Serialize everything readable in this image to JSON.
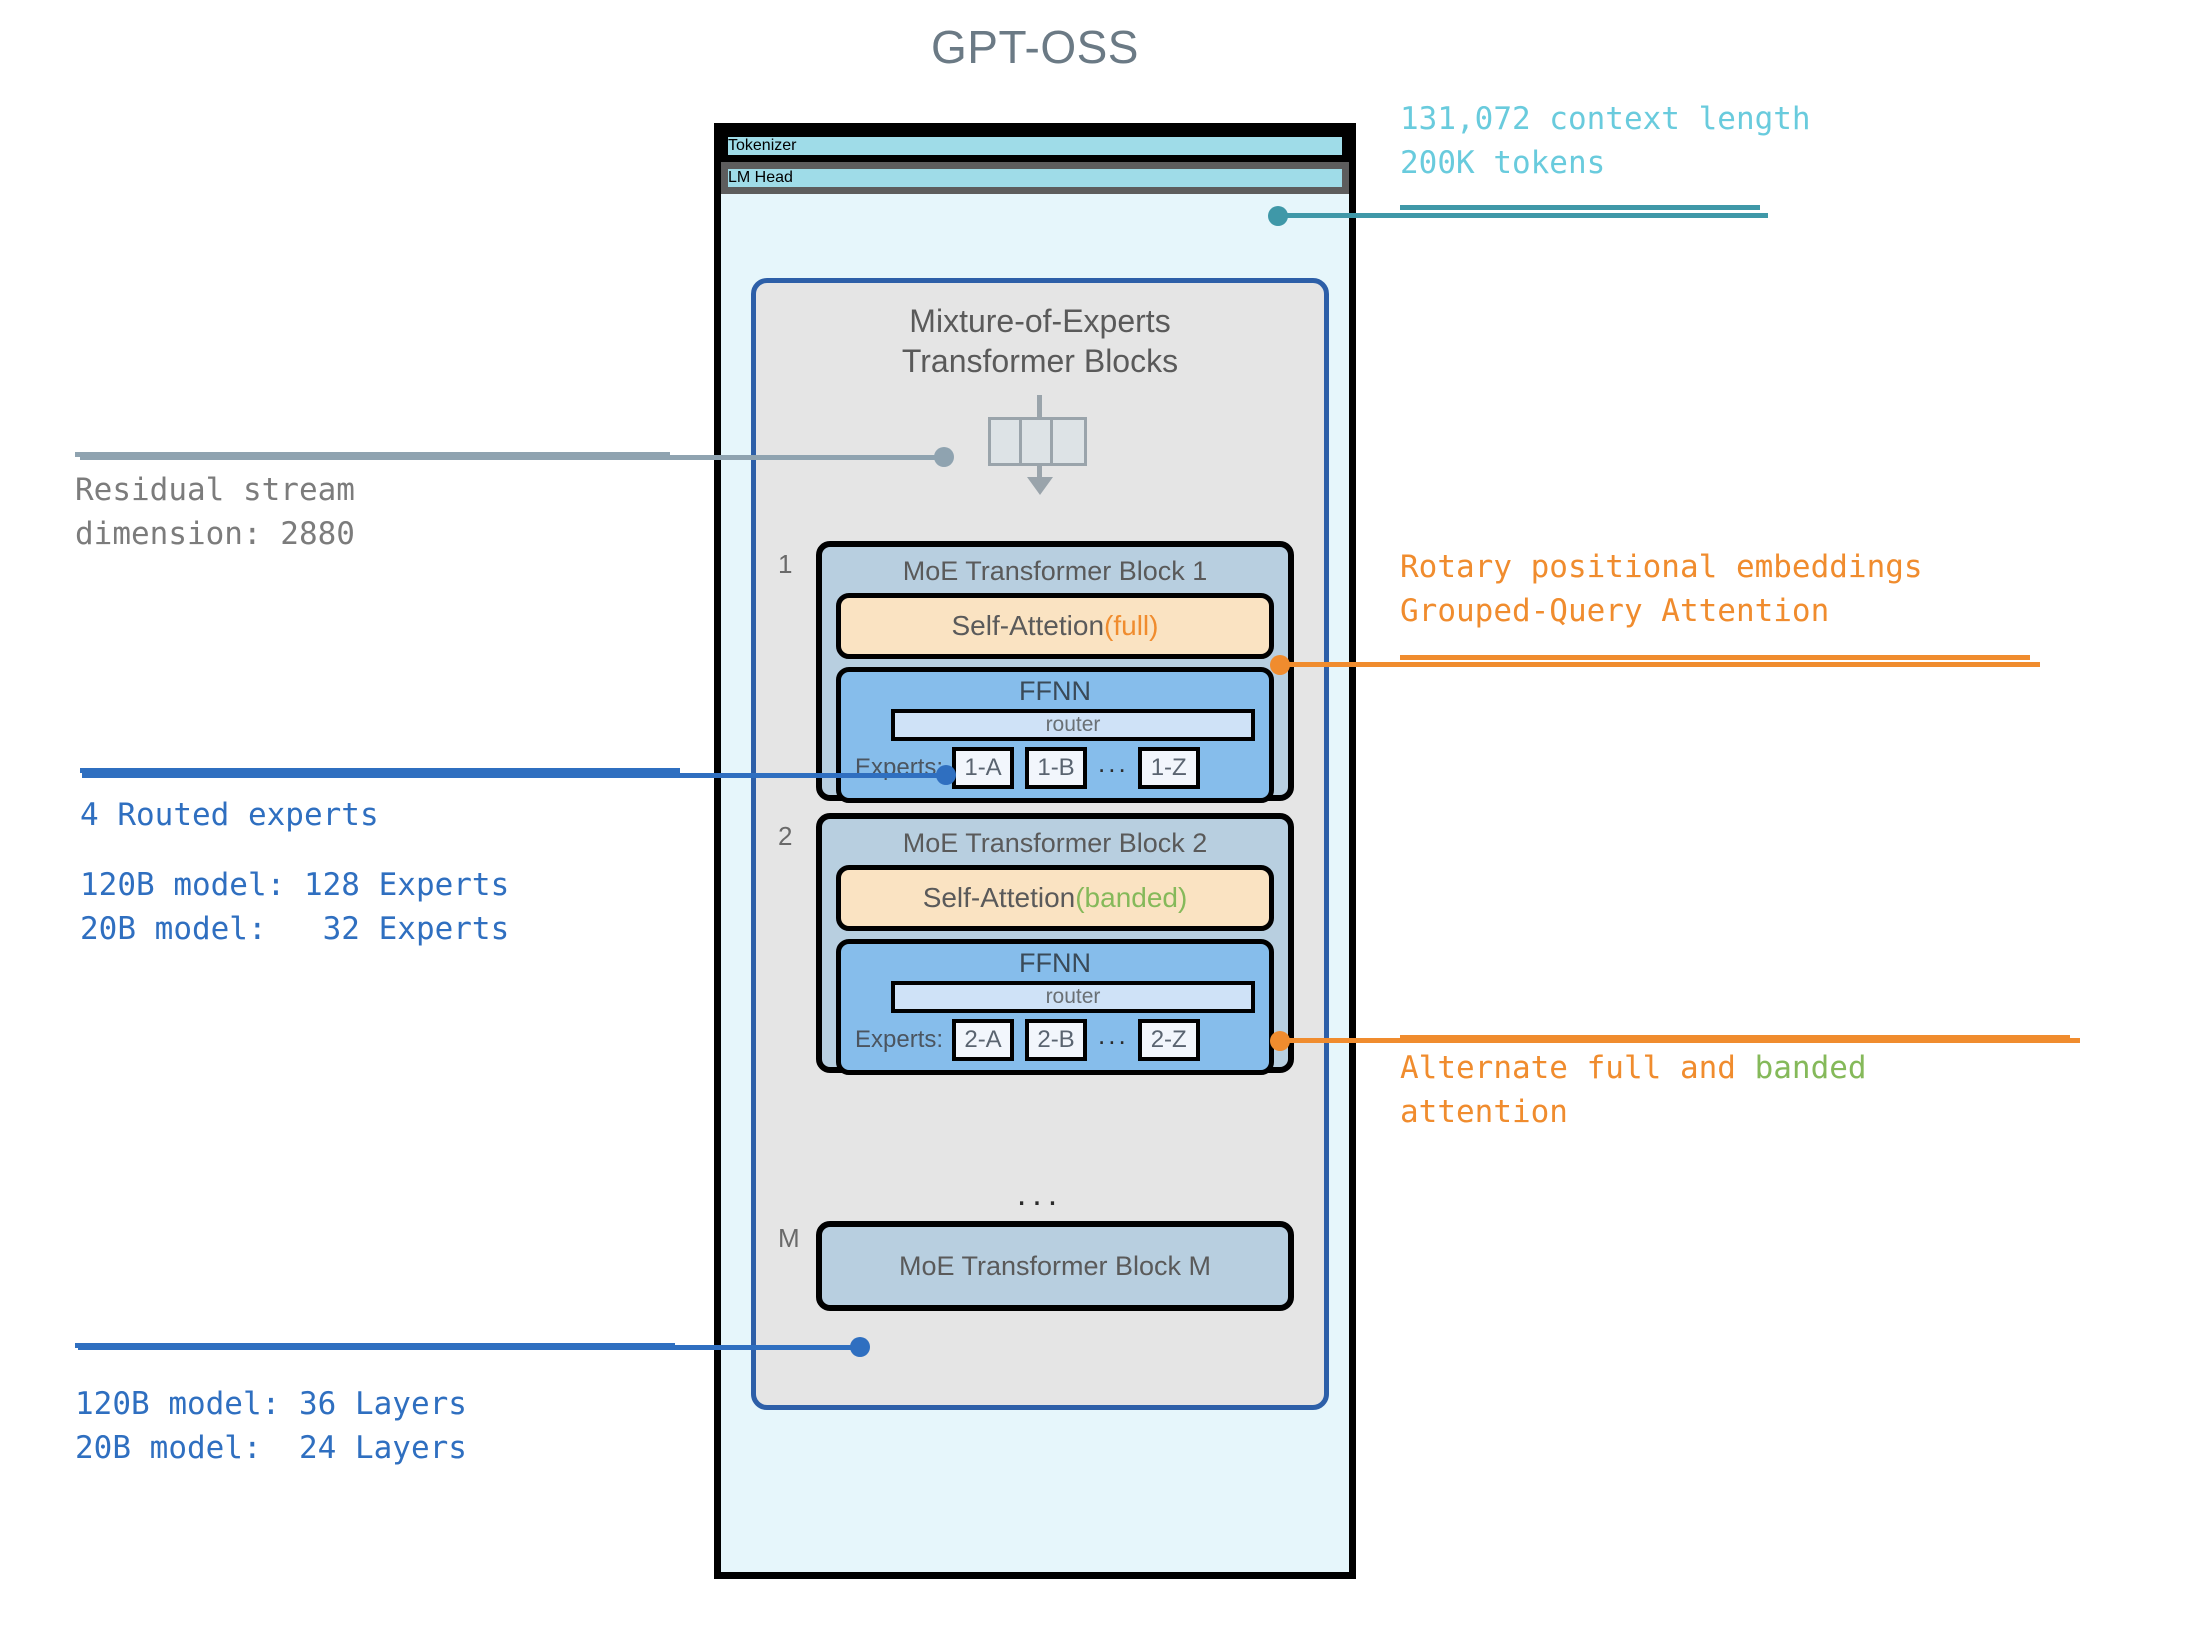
{
  "title": "GPT-OSS",
  "model": {
    "tokenizer_label": "Tokenizer",
    "lm_head_label": "LM Head",
    "moe_heading_line1": "Mixture-of-Experts",
    "moe_heading_line2": "Transformer Blocks",
    "block_ellipsis": "...",
    "blocks": [
      {
        "index": "1",
        "title": "MoE Transformer Block 1",
        "attention_label": "Self-Attetion ",
        "attention_kind": "(full)",
        "ffnn_label": "FFNN",
        "router_label": "router",
        "experts_label": "Experts:",
        "experts": [
          "1-A",
          "1-B",
          "1-Z"
        ],
        "experts_ellipsis": "..."
      },
      {
        "index": "2",
        "title": "MoE Transformer Block 2",
        "attention_label": "Self-Attetion ",
        "attention_kind": "(banded)",
        "ffnn_label": "FFNN",
        "router_label": "router",
        "experts_label": "Experts:",
        "experts": [
          "2-A",
          "2-B",
          "2-Z"
        ],
        "experts_ellipsis": "..."
      }
    ],
    "last_block": {
      "index": "M",
      "title": "MoE Transformer Block M"
    }
  },
  "annotations": {
    "context": "131,072 context length\n200K tokens",
    "residual": "Residual stream\ndimension: 2880",
    "experts_line1": "4 Routed experts",
    "experts_line2": "120B model: 128 Experts\n20B model:   32 Experts",
    "layers": "120B model: 36 Layers\n20B model:  24 Layers",
    "rope": "Rotary positional embeddings\nGrouped-Query Attention",
    "alternate_prefix": "Alternate full and ",
    "alternate_banded": "banded",
    "alternate_suffix": "\nattention"
  },
  "colors": {
    "context_text": "#69cbdd",
    "residual_text": "#7c7c7c",
    "blue_annotation": "#2f6fc0",
    "orange_annotation": "#f08c2e",
    "green_banded": "#85b95a",
    "tokenizer_fill": "#9fdce8",
    "attention_fill": "#fae3c2",
    "ffnn_fill": "#86bdeb",
    "block_fill": "#b8cfe0",
    "moe_section_fill": "#e5e5e5",
    "container_fill": "#e6f6fb",
    "moe_border": "#2d5fa8"
  }
}
